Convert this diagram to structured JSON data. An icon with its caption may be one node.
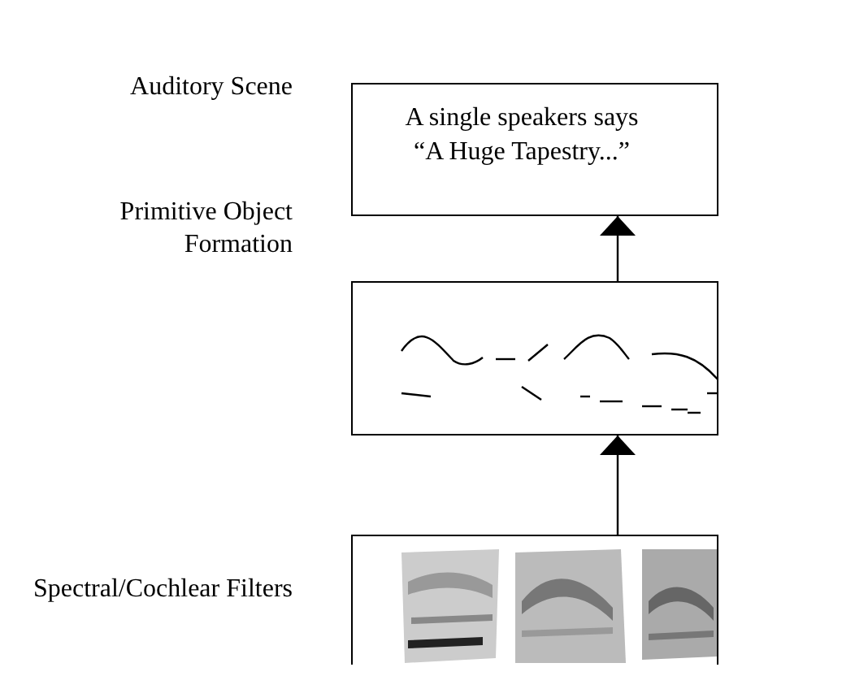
{
  "diagram": {
    "nodes": [
      {
        "text": [
          "A single speakers says “A Huge Tapestry...”"
        ],
        "beside": [
          "Auditory Scene"
        ]
      },
      {
        "text": [],
        "shape": "picture",
        "beside": [
          "Primitive Object Formation"
        ]
      },
      {
        "text": [],
        "shape": "picture",
        "beside": [
          "Spectral/Cochlear Filters"
        ]
      }
    ],
    "edges": [
      {
        "from": 1,
        "to": 0,
        "arrow": "to"
      },
      {
        "from": 2,
        "to": 1,
        "arrow": "to"
      }
    ]
  }
}
